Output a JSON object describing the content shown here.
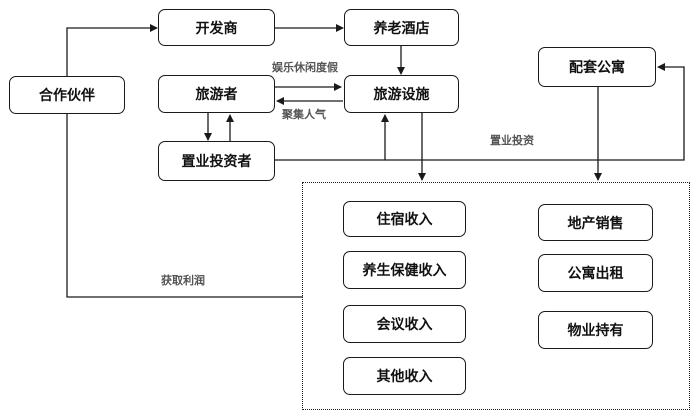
{
  "nodes": {
    "partner": "合作伙伴",
    "developer": "开发商",
    "elder_hotel": "养老酒店",
    "supporting_apartment": "配套公寓",
    "tourist": "旅游者",
    "tourism_facility": "旅游设施",
    "property_investor": "置业投资者"
  },
  "income": {
    "items": [
      "住宿收入",
      "养生保健收入",
      "会议收入",
      "其他收入",
      "地产销售",
      "公寓出租",
      "物业持有"
    ]
  },
  "edge_labels": {
    "leisure": "娱乐休闲度假",
    "gather": "聚集人气",
    "invest": "置业投资",
    "profit": "获取利润"
  }
}
